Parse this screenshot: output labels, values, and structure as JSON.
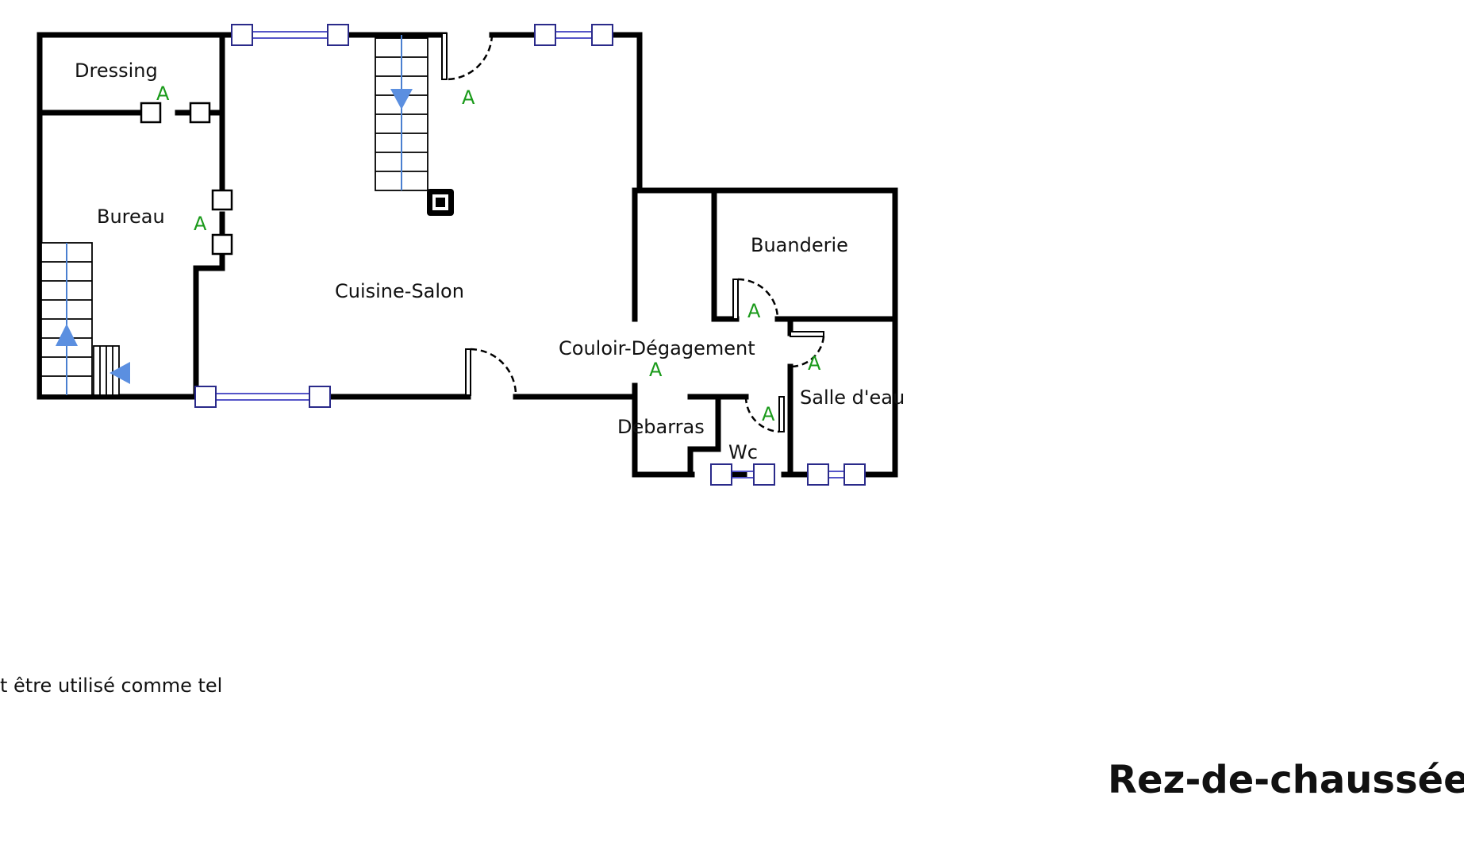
{
  "plan": {
    "level_title": "Rez-de-chaussée",
    "note": "t être utilisé comme tel",
    "access_label": "A",
    "rooms": [
      {
        "name": "Dressing"
      },
      {
        "name": "Bureau"
      },
      {
        "name": "Cuisine-Salon"
      },
      {
        "name": "Buanderie"
      },
      {
        "name": "Couloir-Dégagement"
      },
      {
        "name": "Salle d'eau"
      },
      {
        "name": "Debarras"
      },
      {
        "name": "Wc"
      }
    ]
  },
  "colors": {
    "wall": "#000000",
    "access_marker": "#1a9a1a",
    "stair_arrow": "#5b8fe0",
    "window_glass": "#5555c8"
  }
}
